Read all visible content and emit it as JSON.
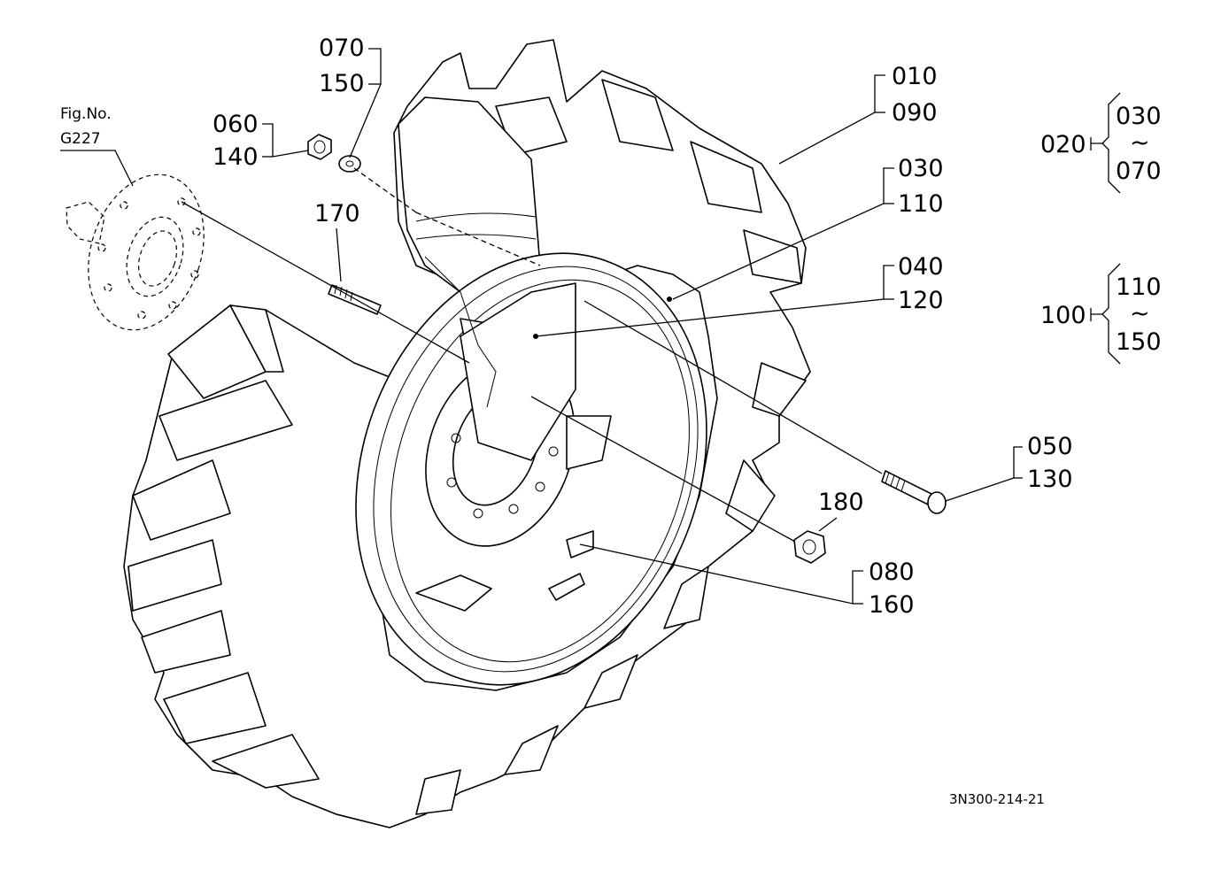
{
  "fig_ref": {
    "line1": "Fig.No.",
    "line2": "G227"
  },
  "callouts": {
    "c070": "070",
    "c150": "150",
    "c060": "060",
    "c140": "140",
    "c170": "170",
    "c010": "010",
    "c090": "090",
    "c030": "030",
    "c110": "110",
    "c040": "040",
    "c120": "120",
    "c050": "050",
    "c130": "130",
    "c180": "180",
    "c080": "080",
    "c160": "160"
  },
  "groups": [
    {
      "label": "020",
      "from": "030",
      "tilde": "~",
      "to": "070"
    },
    {
      "label": "100",
      "from": "110",
      "tilde": "~",
      "to": "150"
    }
  ],
  "drawing_number": "3N300-214-21"
}
